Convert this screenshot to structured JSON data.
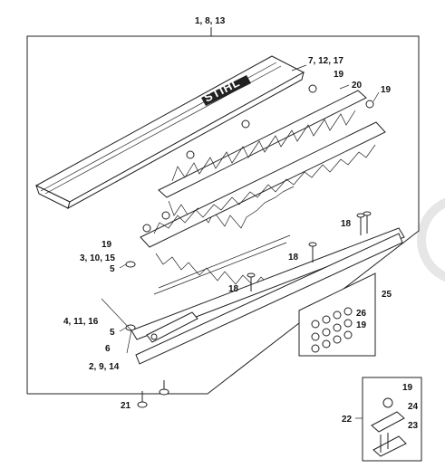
{
  "callouts": {
    "top": "1, 8, 13",
    "guard": "7, 12, 17",
    "nut_a": "19",
    "blade_upper": "20",
    "nut_b": "19",
    "nut_c": "19",
    "cutter_upper": "3, 10, 15",
    "bolt_a": "18",
    "bolt_b": "18",
    "bolt_c": "18",
    "washer_a": "5",
    "cutter_lower": "4, 11, 16",
    "washer_b": "5",
    "lever": "6",
    "plate": "2, 9, 14",
    "screw": "21",
    "kit": "25",
    "kit_part": "26",
    "kit_nut": "19",
    "assembly": "22",
    "asm_nut": "19",
    "asm_part_a": "24",
    "asm_part_b": "23"
  },
  "logo": {
    "text": "STIHL"
  },
  "colors": {
    "ink": "#222222",
    "logo_bg": "#222222",
    "watermark": "#e6e6e6"
  }
}
